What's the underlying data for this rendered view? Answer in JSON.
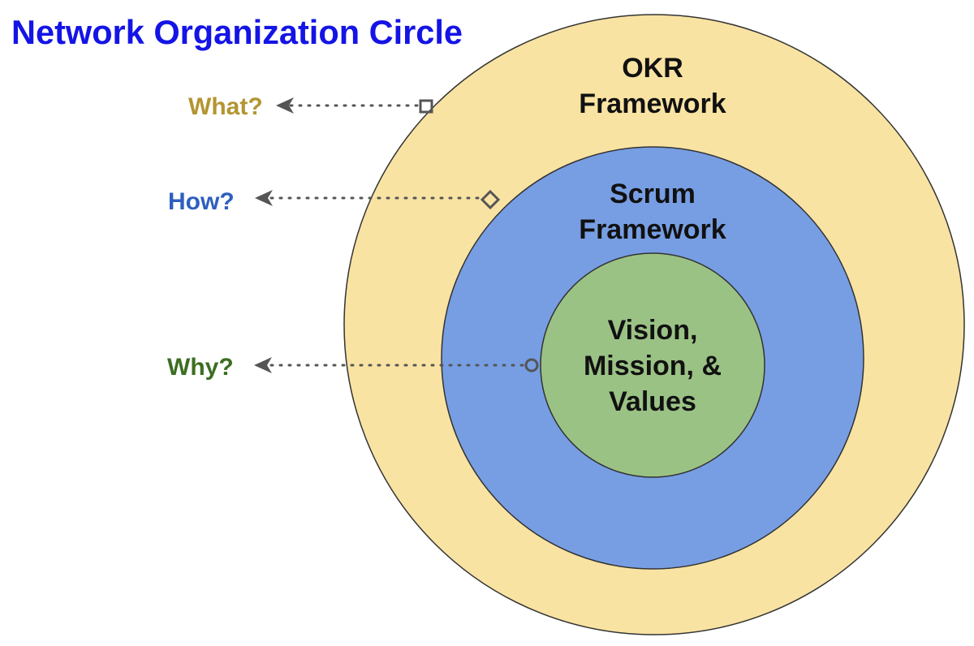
{
  "title": "Network Organization Circle",
  "colors": {
    "title": "#1414e6",
    "outer_ring": "#f9e3a3",
    "middle_ring": "#779ee3",
    "inner_ring": "#9bc285",
    "ring_stroke": "#333333",
    "connector": "#555555",
    "what": "#b39532",
    "how": "#2e5fbf",
    "why": "#3c6e22"
  },
  "rings": {
    "outer": {
      "line1": "OKR",
      "line2": "Framework"
    },
    "middle": {
      "line1": "Scrum",
      "line2": "Framework"
    },
    "inner": {
      "line1": "Vision,",
      "line2": "Mission, &",
      "line3": "Values"
    }
  },
  "connectors": {
    "what": {
      "label": "What?",
      "marker": "square-marker"
    },
    "how": {
      "label": "How?",
      "marker": "diamond-marker"
    },
    "why": {
      "label": "Why?",
      "marker": "circle-marker"
    }
  }
}
